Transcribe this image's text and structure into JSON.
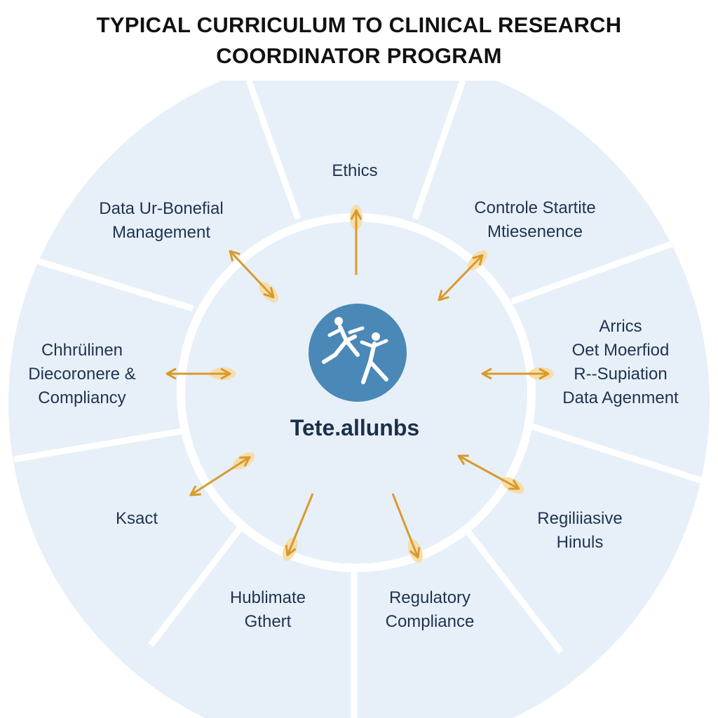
{
  "title": {
    "line1": "TYPICAL CURRICULUM TO CLINICAL RESEARCH",
    "line2": "COORDINATOR PROGRAM"
  },
  "hub": {
    "label": "Tete.allunbs",
    "icon": "people-icon",
    "color": "#4a88b8"
  },
  "colors": {
    "segment_fill": "#e7f0f8",
    "divider": "#ffffff",
    "arrow": "#d99a2b",
    "arrow_glow": "#f6dca3"
  },
  "segments": [
    {
      "id": "ethics",
      "lines": [
        "Ethics"
      ]
    },
    {
      "id": "controle",
      "lines": [
        "Controle Startite",
        "Mtiesenence"
      ]
    },
    {
      "id": "arrics",
      "lines": [
        "Arrics",
        "Oet Moerfiod",
        "R--Supiation",
        "Data Agenment"
      ]
    },
    {
      "id": "regiliiasive",
      "lines": [
        "Regiliiasive",
        "Hinuls"
      ]
    },
    {
      "id": "regulatory",
      "lines": [
        "Regulatory",
        "Compliance"
      ]
    },
    {
      "id": "hublimate",
      "lines": [
        "Hublimate",
        "Gthert"
      ]
    },
    {
      "id": "kract",
      "lines": [
        "Ksact"
      ]
    },
    {
      "id": "chhrulinen",
      "lines": [
        "Chhrülinen",
        "Diecoronere &",
        "Compliancy"
      ]
    },
    {
      "id": "data",
      "lines": [
        "Data Ur-Bonefial",
        "Management"
      ]
    }
  ]
}
